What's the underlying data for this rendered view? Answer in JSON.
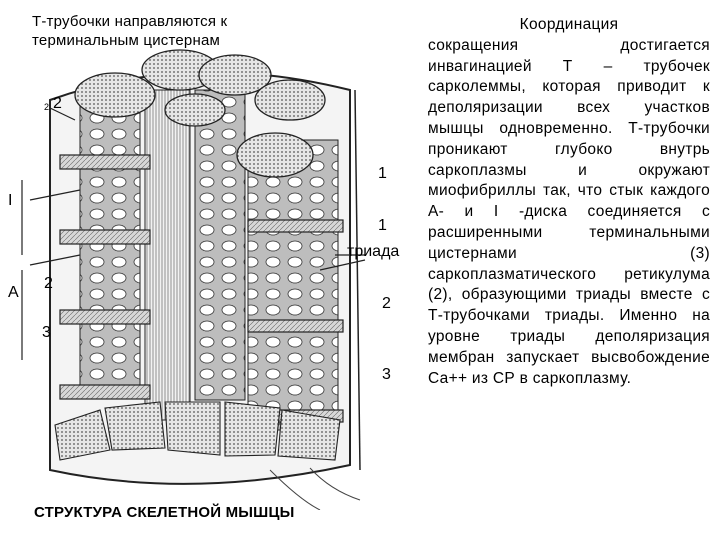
{
  "figure": {
    "top_caption": "Т-трубочки   направляются к терминальным цистернам",
    "bottom_caption": "СТРУКТУРА СКЕЛЕТНОЙ МЫШЦЫ",
    "labels": {
      "small_2": "2",
      "top_2": "2",
      "I": "I",
      "A": "A",
      "left_2": "2",
      "left_3": "3",
      "right_1a": "1",
      "right_1b": "1",
      "triad": "триада",
      "right_2": "2",
      "right_3": "3"
    }
  },
  "text": {
    "first_line": "Координация",
    "rest": "сокращения достигается инвагинацией Т – трубочек сарколеммы, которая приводит к деполяризации всех участков мышцы одновременно. Т-трубочки проникают глубоко внутрь саркоплазмы и окружают миофибриллы так, что стык каждого А- и I -диска соединяется с расширенными терминальными цистернами (3) саркоплазматического ретикулума (2), образующими триады вместе с Т-трубочками триады. Именно на уровне триады деполяризация мембран запускает высвобождение Са++ из СР в саркоплазму."
  }
}
